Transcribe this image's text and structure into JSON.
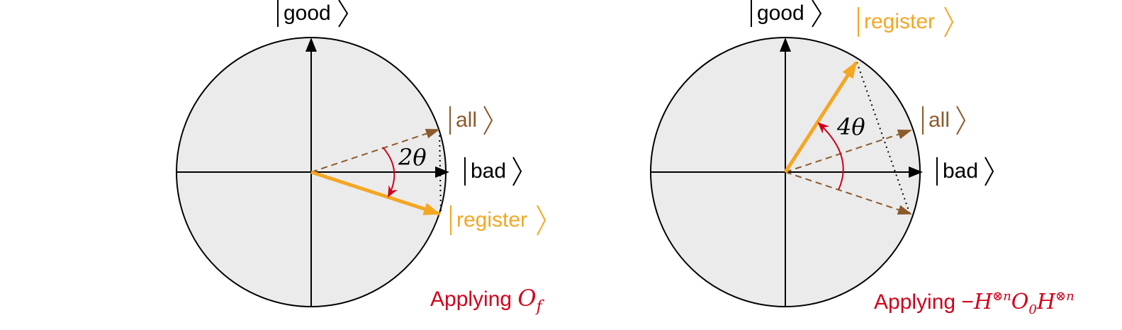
{
  "left_panel": {
    "ket_good": "good",
    "ket_bad": "bad",
    "ket_all": "all",
    "ket_register": "register",
    "angle_label": "2θ",
    "caption_prefix": "Applying ",
    "caption_math": "O",
    "caption_sub": "f"
  },
  "right_panel": {
    "ket_good": "good",
    "ket_bad": "bad",
    "ket_all": "all",
    "ket_register": "register",
    "angle_label": "4θ",
    "caption_prefix": "Applying −",
    "caption_h1": "H",
    "caption_sup1": "⊗n",
    "caption_o": "O",
    "caption_sub0": "0",
    "caption_h2": "H",
    "caption_sup2": "⊗n"
  },
  "colors": {
    "circle_fill": "#ebebeb",
    "axis": "#000000",
    "register": "#f5a623",
    "all": "#8b5a2b",
    "angle_arc": "#d0021b",
    "caption": "#d0021b"
  }
}
